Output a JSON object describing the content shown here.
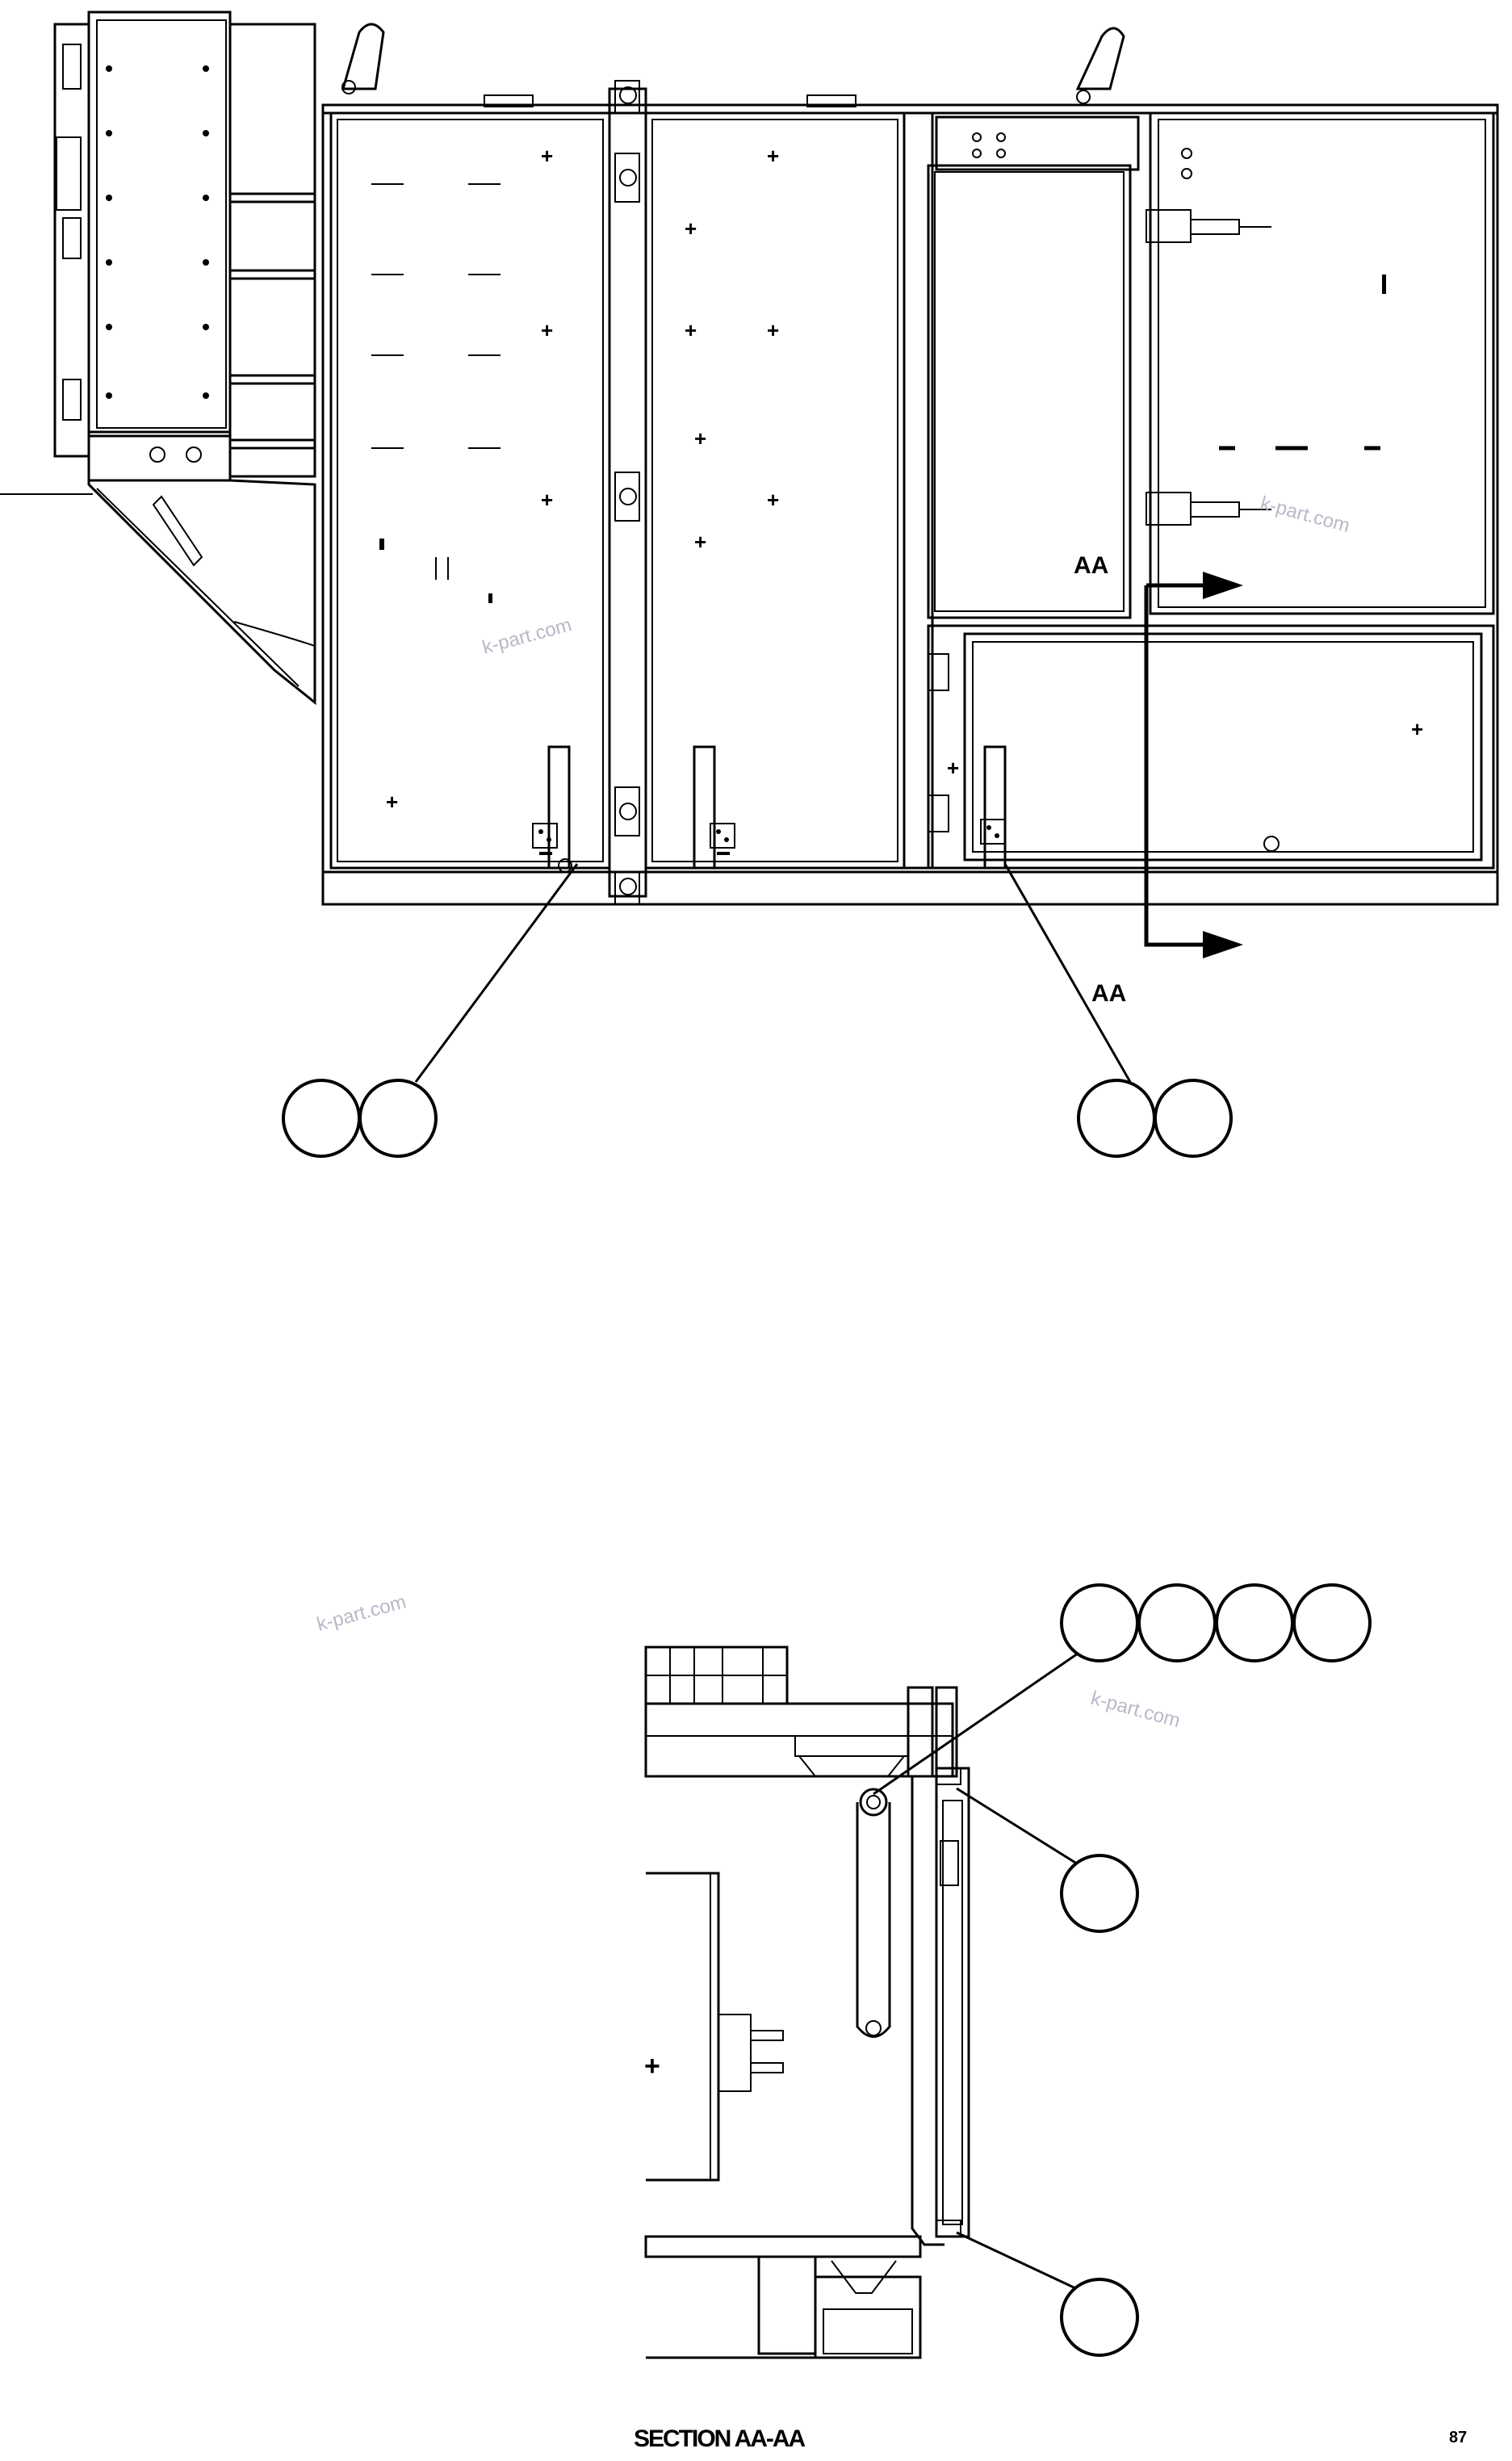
{
  "view_labels": {
    "section_marker_top": "AA",
    "section_marker_bottom": "AA",
    "section_title": "SECTION AA-AA",
    "sheet_number": "87"
  },
  "watermark": "k-part.com",
  "callout_groups": {
    "left_pair": 2,
    "right_pair": 2,
    "section_top_row": 4,
    "section_upper_single": 1,
    "section_lower_single": 1
  }
}
